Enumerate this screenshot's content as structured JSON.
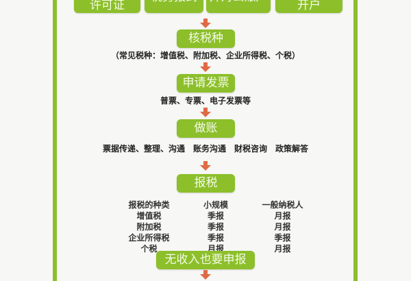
{
  "top_boxes": [
    "许可证",
    "税务报到",
    "开对公账户",
    "开户"
  ],
  "steps": {
    "tax_types": {
      "label": "核税种",
      "note": "（常见税种：增值税、附加税、企业所得税、个税）"
    },
    "invoice": {
      "label": "申请发票",
      "note": "普票、专票、电子发票等"
    },
    "bookkeeping": {
      "label": "做账",
      "note": "票据传递、整理、沟通　账务沟通　财税咨询　政策解答"
    },
    "filing": {
      "label": "报税"
    },
    "no_income": {
      "label": "无收入也要申报"
    }
  },
  "filing_table": {
    "headers": [
      "报税的种类",
      "小规模",
      "一般纳税人"
    ],
    "rows": [
      [
        "增值税",
        "季报",
        "月报"
      ],
      [
        "附加税",
        "季报",
        "月报"
      ],
      [
        "企业所得税",
        "季报",
        "季报"
      ],
      [
        "个税",
        "月报",
        "月报"
      ]
    ]
  },
  "colors": {
    "box_green": "#8cbf2a",
    "arrow_orange": "#e06a45"
  }
}
